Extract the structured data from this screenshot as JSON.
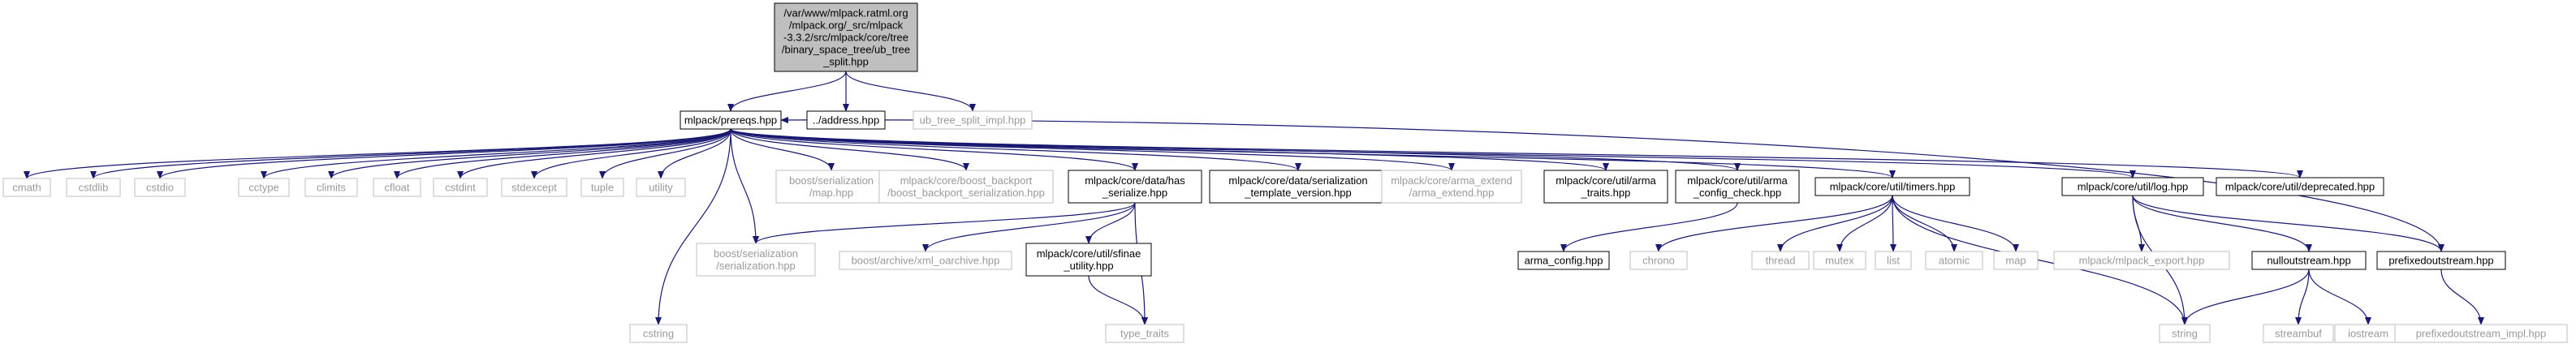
{
  "graph": {
    "root": {
      "id": "root",
      "lines": [
        "/var/www/mlpack.ratml.org",
        "/mlpack.org/_src/mlpack",
        "-3.3.2/src/mlpack/core/tree",
        "/binary_space_tree/ub_tree",
        "_split.hpp"
      ]
    },
    "nodes": [
      {
        "id": "prereqs",
        "lines": [
          "mlpack/prereqs.hpp"
        ],
        "style": "solid"
      },
      {
        "id": "address",
        "lines": [
          "../address.hpp"
        ],
        "style": "solid"
      },
      {
        "id": "ubimpl",
        "lines": [
          "ub_tree_split_impl.hpp"
        ],
        "style": "faint"
      },
      {
        "id": "cmath",
        "lines": [
          "cmath"
        ],
        "style": "faint"
      },
      {
        "id": "cstdlib",
        "lines": [
          "cstdlib"
        ],
        "style": "faint"
      },
      {
        "id": "cstdio",
        "lines": [
          "cstdio"
        ],
        "style": "faint"
      },
      {
        "id": "cctype",
        "lines": [
          "cctype"
        ],
        "style": "faint"
      },
      {
        "id": "climits",
        "lines": [
          "climits"
        ],
        "style": "faint"
      },
      {
        "id": "cfloat",
        "lines": [
          "cfloat"
        ],
        "style": "faint"
      },
      {
        "id": "cstdint",
        "lines": [
          "cstdint"
        ],
        "style": "faint"
      },
      {
        "id": "stdexcept",
        "lines": [
          "stdexcept"
        ],
        "style": "faint"
      },
      {
        "id": "tuple",
        "lines": [
          "tuple"
        ],
        "style": "faint"
      },
      {
        "id": "utility",
        "lines": [
          "utility"
        ],
        "style": "faint"
      },
      {
        "id": "bsmap",
        "lines": [
          "boost/serialization",
          "/map.hpp"
        ],
        "style": "faint"
      },
      {
        "id": "bbackport",
        "lines": [
          "mlpack/core/boost_backport",
          "/boost_backport_serialization.hpp"
        ],
        "style": "faint"
      },
      {
        "id": "hasser",
        "lines": [
          "mlpack/core/data/has",
          "_serialize.hpp"
        ],
        "style": "solid"
      },
      {
        "id": "sertmpl",
        "lines": [
          "mlpack/core/data/serialization",
          "_template_version.hpp"
        ],
        "style": "solid"
      },
      {
        "id": "armaext",
        "lines": [
          "mlpack/core/arma_extend",
          "/arma_extend.hpp"
        ],
        "style": "faint"
      },
      {
        "id": "armatraits",
        "lines": [
          "mlpack/core/util/arma",
          "_traits.hpp"
        ],
        "style": "solid"
      },
      {
        "id": "armacfgchk",
        "lines": [
          "mlpack/core/util/arma",
          "_config_check.hpp"
        ],
        "style": "solid"
      },
      {
        "id": "timers",
        "lines": [
          "mlpack/core/util/timers.hpp"
        ],
        "style": "solid"
      },
      {
        "id": "log",
        "lines": [
          "mlpack/core/util/log.hpp"
        ],
        "style": "solid"
      },
      {
        "id": "deprecated",
        "lines": [
          "mlpack/core/util/deprecated.hpp"
        ],
        "style": "solid"
      },
      {
        "id": "bsser",
        "lines": [
          "boost/serialization",
          "/serialization.hpp"
        ],
        "style": "faint"
      },
      {
        "id": "xmlarch",
        "lines": [
          "boost/archive/xml_oarchive.hpp"
        ],
        "style": "faint"
      },
      {
        "id": "sfinae",
        "lines": [
          "mlpack/core/util/sfinae",
          "_utility.hpp"
        ],
        "style": "solid"
      },
      {
        "id": "armacfg",
        "lines": [
          "arma_config.hpp"
        ],
        "style": "solid"
      },
      {
        "id": "chrono",
        "lines": [
          "chrono"
        ],
        "style": "faint"
      },
      {
        "id": "thread",
        "lines": [
          "thread"
        ],
        "style": "faint"
      },
      {
        "id": "mutex",
        "lines": [
          "mutex"
        ],
        "style": "faint"
      },
      {
        "id": "list",
        "lines": [
          "list"
        ],
        "style": "faint"
      },
      {
        "id": "atomic",
        "lines": [
          "atomic"
        ],
        "style": "faint"
      },
      {
        "id": "map",
        "lines": [
          "map"
        ],
        "style": "faint"
      },
      {
        "id": "mlexport",
        "lines": [
          "mlpack/mlpack_export.hpp"
        ],
        "style": "faint"
      },
      {
        "id": "nullout",
        "lines": [
          "nulloutstream.hpp"
        ],
        "style": "solid"
      },
      {
        "id": "prefixout",
        "lines": [
          "prefixedoutstream.hpp"
        ],
        "style": "solid"
      },
      {
        "id": "cstring",
        "lines": [
          "cstring"
        ],
        "style": "faint"
      },
      {
        "id": "typetraits",
        "lines": [
          "type_traits"
        ],
        "style": "faint"
      },
      {
        "id": "string",
        "lines": [
          "string"
        ],
        "style": "faint"
      },
      {
        "id": "streambuf",
        "lines": [
          "streambuf"
        ],
        "style": "faint"
      },
      {
        "id": "iostream",
        "lines": [
          "iostream"
        ],
        "style": "faint"
      },
      {
        "id": "prefiximpl",
        "lines": [
          "prefixedoutstream_impl.hpp"
        ],
        "style": "faint"
      }
    ],
    "edges": [
      [
        "root",
        "prereqs"
      ],
      [
        "root",
        "address"
      ],
      [
        "root",
        "ubimpl"
      ],
      [
        "prereqs",
        "cmath"
      ],
      [
        "prereqs",
        "cstdlib"
      ],
      [
        "prereqs",
        "cstdio"
      ],
      [
        "prereqs",
        "cctype"
      ],
      [
        "prereqs",
        "climits"
      ],
      [
        "prereqs",
        "cfloat"
      ],
      [
        "prereqs",
        "cstdint"
      ],
      [
        "prereqs",
        "stdexcept"
      ],
      [
        "prereqs",
        "tuple"
      ],
      [
        "prereqs",
        "utility"
      ],
      [
        "prereqs",
        "cstring"
      ],
      [
        "prereqs",
        "bsser"
      ],
      [
        "prereqs",
        "bsmap"
      ],
      [
        "prereqs",
        "bbackport"
      ],
      [
        "prereqs",
        "hasser"
      ],
      [
        "prereqs",
        "sertmpl"
      ],
      [
        "prereqs",
        "armaext"
      ],
      [
        "prereqs",
        "armatraits"
      ],
      [
        "prereqs",
        "armacfgchk"
      ],
      [
        "prereqs",
        "timers"
      ],
      [
        "prereqs",
        "log"
      ],
      [
        "prereqs",
        "deprecated"
      ],
      [
        "hasser",
        "bsser"
      ],
      [
        "hasser",
        "xmlarch"
      ],
      [
        "hasser",
        "sfinae"
      ],
      [
        "hasser",
        "typetraits"
      ],
      [
        "sfinae",
        "typetraits"
      ],
      [
        "armacfgchk",
        "armacfg"
      ],
      [
        "timers",
        "chrono"
      ],
      [
        "timers",
        "thread"
      ],
      [
        "timers",
        "mutex"
      ],
      [
        "timers",
        "list"
      ],
      [
        "timers",
        "atomic"
      ],
      [
        "timers",
        "map"
      ],
      [
        "timers",
        "string"
      ],
      [
        "log",
        "mlexport"
      ],
      [
        "log",
        "string"
      ],
      [
        "log",
        "nullout"
      ],
      [
        "log",
        "prefixout"
      ],
      [
        "nullout",
        "string"
      ],
      [
        "nullout",
        "streambuf"
      ],
      [
        "nullout",
        "iostream"
      ],
      [
        "prefixout",
        "prefiximpl"
      ],
      [
        "prefixout",
        "prereqs"
      ],
      [
        "prereqs",
        "cstring"
      ]
    ],
    "colors": {
      "edge": "#191970",
      "root_fill": "#bfbfbf",
      "solid_border": "#000000",
      "faint_border": "#bfbfbf"
    }
  }
}
